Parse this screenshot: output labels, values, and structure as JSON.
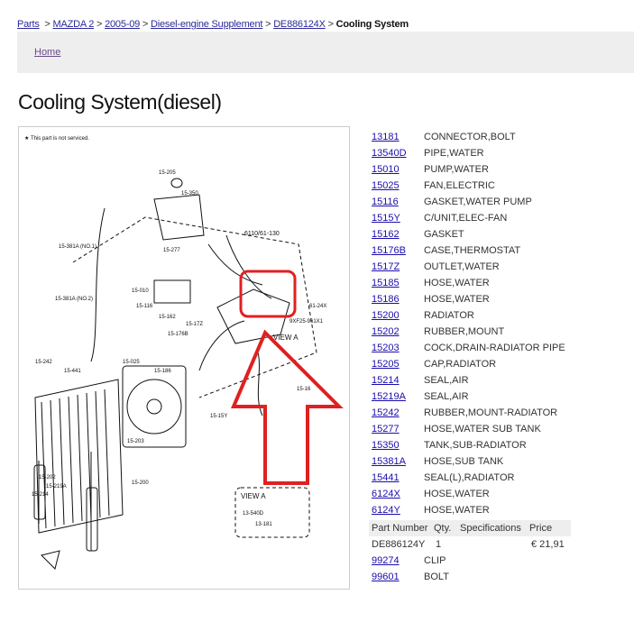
{
  "breadcrumb": [
    {
      "label": "Parts",
      "link": true
    },
    {
      "label": "MAZDA 2",
      "link": true
    },
    {
      "label": "2005-09",
      "link": true
    },
    {
      "label": "Diesel-engine Supplement",
      "link": true
    },
    {
      "label": "DE886124X",
      "link": true
    },
    {
      "label": "Cooling System",
      "link": false
    }
  ],
  "nav": {
    "home": "Home"
  },
  "page_title": "Cooling System(diesel)",
  "diagram": {
    "note": "★ This part is not serviced.",
    "labels": [
      "15-205",
      "15-350",
      "15-381A (NO.1)",
      "15-277",
      "6110/61-130",
      "15-381A (NO.2)",
      "15-010",
      "15-116",
      "15-162",
      "15-17Z",
      "15-176B",
      "61-24X",
      "9XF25-961X1",
      "15-242",
      "15-441",
      "15-025",
      "15-186",
      "15-16",
      "15-15Y",
      "15-203",
      "15-202",
      "15-219A",
      "15-214",
      "15-200",
      "VIEW A",
      "13-540D",
      "13-181"
    ],
    "highlight_color": "#e02020"
  },
  "parts": [
    {
      "number": "13181",
      "description": "CONNECTOR,BOLT"
    },
    {
      "number": "13540D",
      "description": "PIPE,WATER"
    },
    {
      "number": "15010",
      "description": "PUMP,WATER"
    },
    {
      "number": "15025",
      "description": "FAN,ELECTRIC"
    },
    {
      "number": "15116",
      "description": "GASKET,WATER PUMP"
    },
    {
      "number": "1515Y",
      "description": "C/UNIT,ELEC-FAN"
    },
    {
      "number": "15162",
      "description": "GASKET"
    },
    {
      "number": "15176B",
      "description": "CASE,THERMOSTAT"
    },
    {
      "number": "1517Z",
      "description": "OUTLET,WATER"
    },
    {
      "number": "15185",
      "description": "HOSE,WATER"
    },
    {
      "number": "15186",
      "description": "HOSE,WATER"
    },
    {
      "number": "15200",
      "description": "RADIATOR"
    },
    {
      "number": "15202",
      "description": "RUBBER,MOUNT"
    },
    {
      "number": "15203",
      "description": "COCK,DRAIN-RADIATOR PIPE"
    },
    {
      "number": "15205",
      "description": "CAP,RADIATOR"
    },
    {
      "number": "15214",
      "description": "SEAL,AIR"
    },
    {
      "number": "15219A",
      "description": "SEAL,AIR"
    },
    {
      "number": "15242",
      "description": "RUBBER,MOUNT-RADIATOR"
    },
    {
      "number": "15277",
      "description": "HOSE,WATER SUB TANK"
    },
    {
      "number": "15350",
      "description": "TANK,SUB-RADIATOR"
    },
    {
      "number": "15381A",
      "description": "HOSE,SUB TANK"
    },
    {
      "number": "15441",
      "description": "SEAL(L),RADIATOR"
    },
    {
      "number": "6124X",
      "description": "HOSE,WATER"
    },
    {
      "number": "6124Y",
      "description": "HOSE,WATER"
    }
  ],
  "spec_table": {
    "headers": [
      "Part Number",
      "Qty.",
      "Specifications",
      "Price"
    ],
    "row": {
      "part_number": "DE886124Y",
      "qty": "1",
      "specifications": "",
      "price": "€ 21,91"
    }
  },
  "parts_after": [
    {
      "number": "99274",
      "description": "CLIP"
    },
    {
      "number": "99601",
      "description": "BOLT"
    }
  ]
}
